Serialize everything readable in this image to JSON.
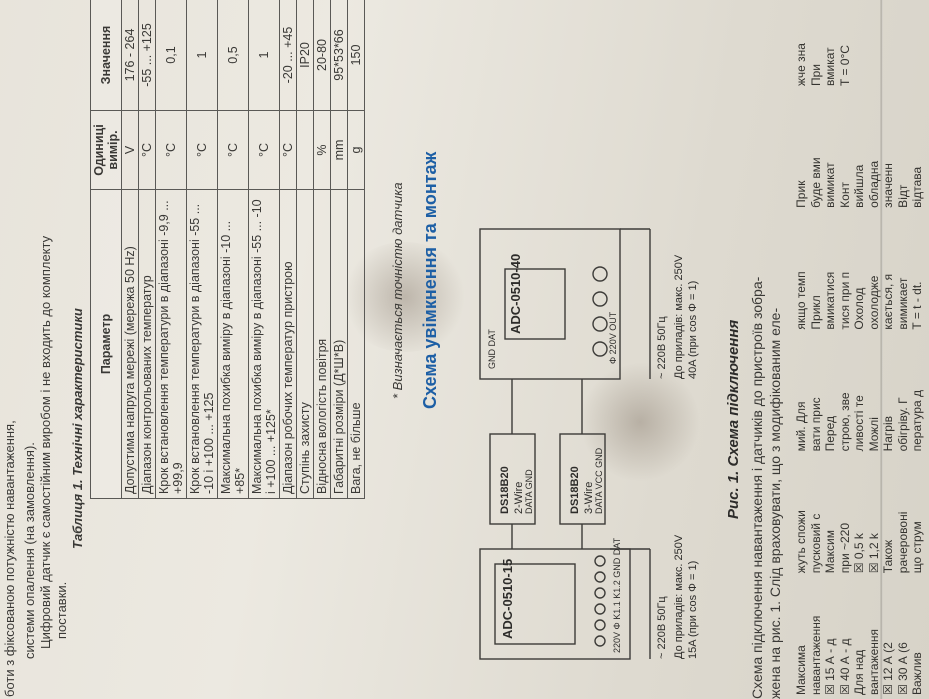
{
  "doc": {
    "intro_lines": [
      "боти з фіксованою потужністю навантаження,",
      "системи опалення (на замовлення).",
      "Цифровий датчик є самостійним виробом і не входить до комплекту",
      "поставки."
    ],
    "table_caption": "Таблиця 1. Технічні характеристики",
    "table_headers": [
      "Параметр",
      "Одиниці вимір.",
      "Значення"
    ],
    "table_rows": [
      [
        "Допустима напруга мережі (мережа 50 Hz)",
        "V",
        "176 - 264"
      ],
      [
        "Діапазон контрольованих температур",
        "°С",
        "-55 ... +125"
      ],
      [
        "Крок встановлення температури в діапазоні -9,9 ... +99,9",
        "°С",
        "0,1"
      ],
      [
        "Крок встановлення температури в діапазоні -55 ... -10 і +100 ... +125",
        "°С",
        "1"
      ],
      [
        "Максимальна похибка виміру в діапазоні -10 ... +85*",
        "°С",
        "0,5"
      ],
      [
        "Максимальна похибка виміру в діапазоні -55 ... -10 і +100 ... +125*",
        "°С",
        "1"
      ],
      [
        "Діапазон робочих температур пристрою",
        "°С",
        "-20 ... +45"
      ],
      [
        "Ступінь захисту",
        "",
        "IP20"
      ],
      [
        "Відносна вологість повітря",
        "%",
        "20-80"
      ],
      [
        "Габаритні розміри (Д*Ш*В)",
        "mm",
        "95*53*66"
      ],
      [
        "Вага, не більше",
        "g",
        "150"
      ]
    ],
    "footnote": "* Визначається точністю датчика",
    "section_title": "Схема увімкнення та монтаж",
    "figure_caption": "Рис. 1. Схема підключення",
    "bottom_lines": [
      "Схема підключення навантаження і датчиків до пристроїв зобра-",
      "жена на рис. 1. Слід враховувати, що з модифікованим еле-"
    ],
    "right_strip": [
      "Максима",
      "навантаження",
      "☒ 15 А - д",
      "☒ 40 А - д",
      "Для над",
      "вантаження",
      "☒ 12 А (2",
      "☒ 30 А (6",
      "Важлив",
      "жуть спожи",
      "пусковий с",
      "Максим",
      "при ~220",
      "☒ 0,5 k",
      "☒ 1,2 k",
      "Також",
      "рачеровоні",
      "що струм",
      "мий. Для",
      "вати прис",
      "Перед",
      "строю, зве",
      "ливості те",
      "Можлі",
      "Нагрів",
      "обігріву. Г",
      "пература д",
      "якщо темп",
      "Прикл",
      "вмикатися",
      "тися при п",
      "Охолод",
      "охолодже",
      "кається, я",
      "вимикает",
      "T = t - dt.",
      "Прик",
      "буде вми",
      "вимикат",
      "Конт",
      "вийшла",
      "обладна",
      "значенн",
      "Відт",
      "відтава",
      "жче зна",
      "При",
      "вмикат",
      "T = 0°С"
    ]
  },
  "diagram": {
    "device1_model": "ADC-0510-15",
    "device1_terminals": "220V Φ K1.1 K1.2 GND DAT",
    "device1_note1": "До приладів: макс. 250V",
    "device1_note2": "15A (при cos Φ = 1)",
    "device1_supply": "~ 220В 50Гц",
    "sensor1_name": "DS18B20",
    "sensor1_type": "2-Wire",
    "sensor1_pins": "DATA  GND",
    "sensor2_name": "DS18B20",
    "sensor2_type": "3-Wire",
    "sensor2_pins": "DATA VCC GND",
    "device2_model": "ADC-0510-40",
    "device2_terminals": "GND DAT",
    "device2_power": "Φ  220V  OUT",
    "device2_note1": "До приладів: макс. 250V",
    "device2_note2": "40A (при cos Φ = 1)",
    "device2_supply": "~ 220В 50Гц"
  }
}
